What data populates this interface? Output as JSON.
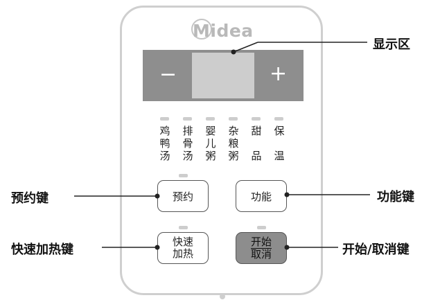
{
  "brand": "Midea",
  "display": {
    "minus": "−",
    "plus": "+"
  },
  "menus": [
    {
      "chars": [
        "鸡",
        "鸭",
        "汤"
      ]
    },
    {
      "chars": [
        "排",
        "骨",
        "汤"
      ]
    },
    {
      "chars": [
        "婴",
        "儿",
        "粥"
      ]
    },
    {
      "chars": [
        "杂",
        "粮",
        "粥"
      ]
    },
    {
      "chars": [
        "甜",
        "",
        "品"
      ]
    },
    {
      "chars": [
        "保",
        "",
        "温"
      ]
    }
  ],
  "buttons": {
    "reserve": "预约",
    "function": "功能",
    "quick_heat_line1": "快速",
    "quick_heat_line2": "加热",
    "start_line1": "开始",
    "start_line2": "取消"
  },
  "callouts": {
    "display_area": "显示区",
    "reserve_key": "预约键",
    "function_key": "功能键",
    "quick_heat_key": "快速加热键",
    "start_cancel_key": "开始/取消键"
  }
}
